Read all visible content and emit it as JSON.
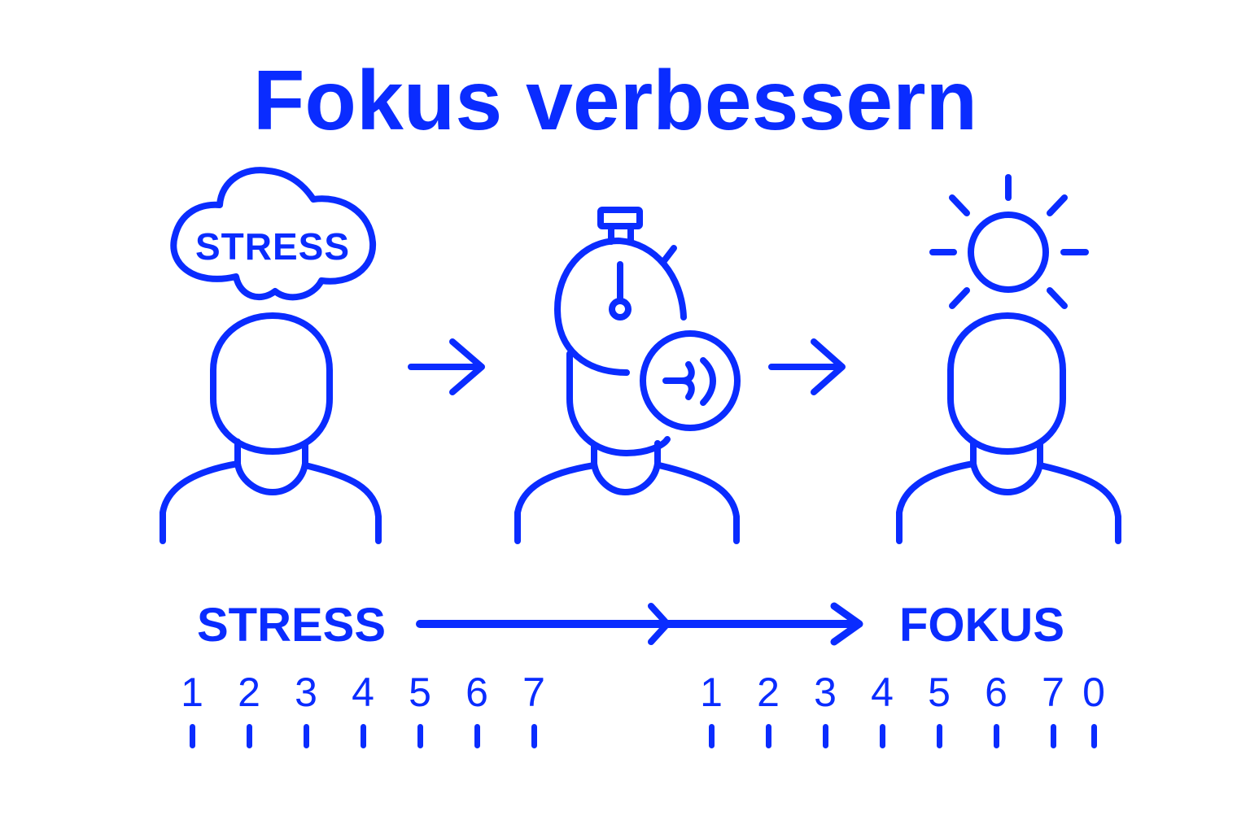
{
  "title": "Fokus verbessern",
  "colors": {
    "accent": "#0a2cff",
    "background": "#ffffff"
  },
  "illustrations": {
    "stage1": {
      "icon": "stressed-person-with-cloud-icon",
      "cloud_text": "STRESS"
    },
    "stage2": {
      "icon": "person-with-stopwatch-and-breathing-icon"
    },
    "stage3": {
      "icon": "focused-person-with-sun-icon"
    },
    "arrows": [
      "arrow-right-icon",
      "arrow-right-icon"
    ]
  },
  "progress": {
    "start_label": "STRESS",
    "end_label": "FOKUS"
  },
  "scales": {
    "left": [
      "1",
      "2",
      "3",
      "4",
      "5",
      "6",
      "7"
    ],
    "right": [
      "1",
      "2",
      "3",
      "4",
      "5",
      "6",
      "7",
      "0"
    ]
  }
}
